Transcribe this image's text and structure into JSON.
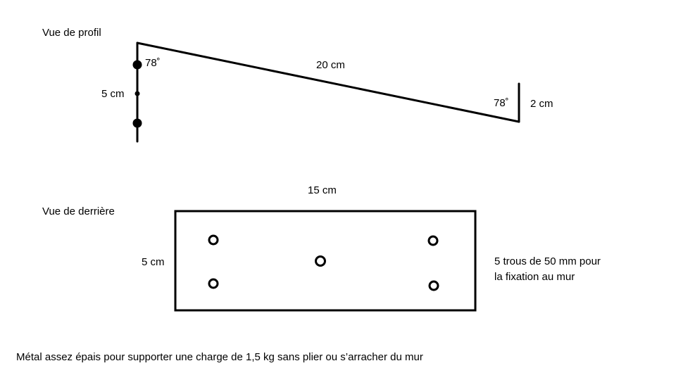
{
  "profile": {
    "title": "Vue de profil",
    "length_label": "20 cm",
    "height_label": "5 cm",
    "angle_top_label": "78˚",
    "angle_bottom_label": "78˚",
    "lip_label": "2 cm"
  },
  "back": {
    "title": "Vue de derrière",
    "width_label": "15 cm",
    "height_label": "5 cm",
    "holes_note_line1": "5 trous de 50 mm pour",
    "holes_note_line2": "la fixation au mur"
  },
  "note": "Métal assez épais pour supporter une charge de 1,5 kg sans plier ou s’arracher du mur"
}
